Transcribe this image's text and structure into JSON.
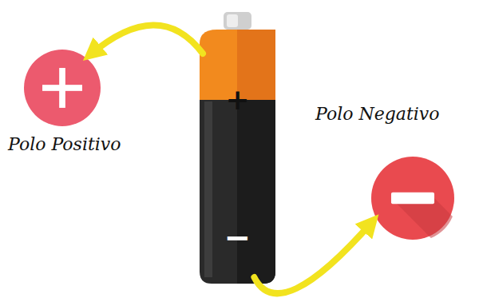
{
  "diagram": {
    "nodes": [
      {
        "text": [
          "Polo Positivo"
        ]
      },
      {
        "text": [
          "+",
          "−"
        ]
      },
      {
        "text": [
          "Polo Negativo"
        ]
      }
    ],
    "edges": [
      {
        "from": 1,
        "to": 0,
        "arrow": "to"
      },
      {
        "from": 1,
        "to": 2,
        "arrow": "to"
      }
    ]
  }
}
